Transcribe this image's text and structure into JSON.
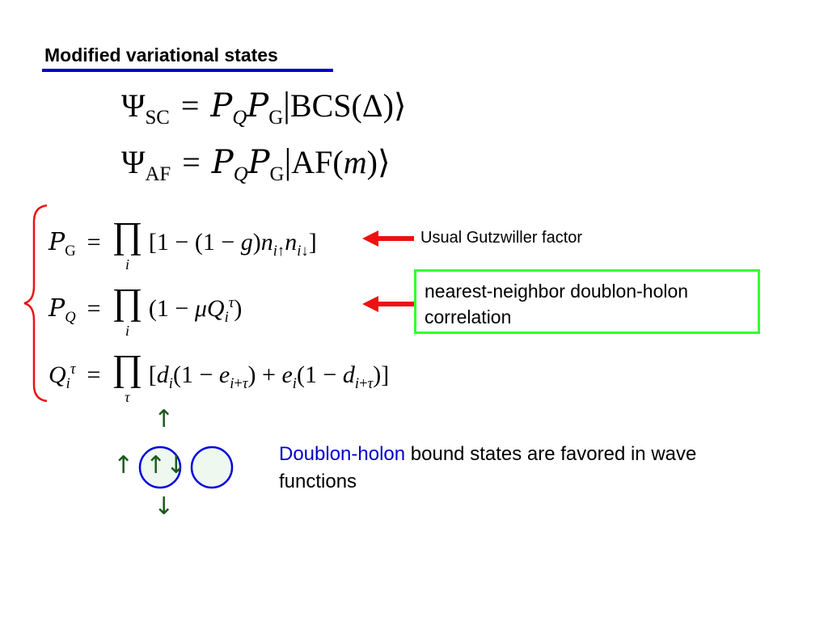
{
  "title": "Modified variational states",
  "labels": {
    "gutzwiller": "Usual Gutzwiller factor",
    "correlation": "nearest-neighbor doublon-holon correlation"
  },
  "caption": {
    "highlight": "Doublon-holon",
    "rest": " bound states are favored in wave functions"
  },
  "equations": {
    "psi_sc": "Ψ_SC = P_Q P_G |BCS(Δ)⟩",
    "psi_af": "Ψ_AF = P_Q P_G |AF(m)⟩",
    "p_g": "P_G = ∏_i [1 − (1 − g) n_i↑ n_i↓]",
    "p_q": "P_Q = ∏_i (1 − μ Q_i^τ)",
    "q_i": "Q_i^τ = ∏_τ [d_i(1 − e_i+τ) + e_i(1 − d_i+τ)]"
  },
  "colors": {
    "title_underline": "#0000cc",
    "brace": "#ee1111",
    "pointer_arrow": "#ee1111",
    "box_border": "#33ff33",
    "highlight_text": "#0000cc",
    "spin_arrow": "#1a5a1a",
    "site_border": "#0000dd",
    "site_fill": "#eef8ee"
  },
  "diagram": {
    "doublon_spins": "↑↓",
    "spin_up": "↑",
    "spin_down": "↓"
  }
}
